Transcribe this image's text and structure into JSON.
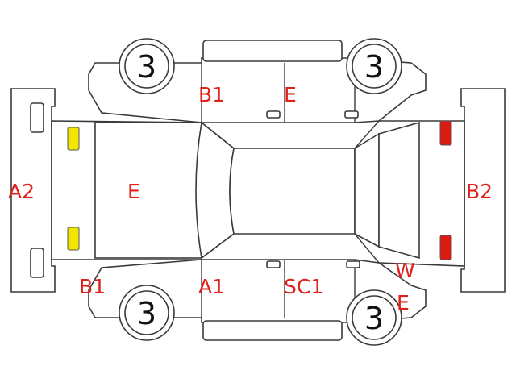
{
  "wheels": {
    "front_left": "3",
    "front_right": "3",
    "rear_left": "3",
    "rear_right": "3"
  },
  "labels": {
    "rear_panel": "A2",
    "trunk_lid": "E",
    "rear_left_quarter": "B1",
    "left_rear_door": "B1",
    "left_front_door": "E",
    "right_rear_door": "A1",
    "right_front_door": "SC1",
    "right_front_fender_w": "W",
    "right_front_fender_e": "E",
    "front_panel": "B2"
  },
  "colors": {
    "label": "#e0201a",
    "rear_lamp": "#f2e600",
    "front_lamp": "#dd1a12",
    "outline": "#3a3a3a"
  }
}
